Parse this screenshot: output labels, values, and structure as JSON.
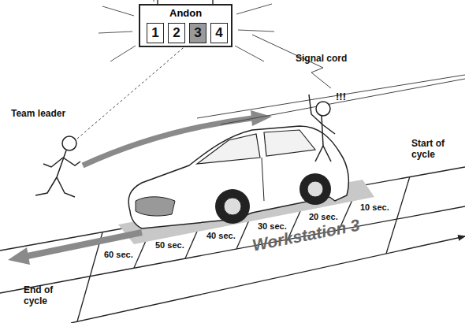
{
  "diagram": {
    "nodes": [
      {
        "text": [
          "Andon"
        ]
      },
      {
        "text": [
          "1"
        ],
        "in": 0
      },
      {
        "text": [
          "2"
        ],
        "in": 0
      },
      {
        "text": [
          "3"
        ],
        "in": 0
      },
      {
        "text": [
          "4"
        ],
        "in": 0
      }
    ],
    "labels": [
      "Team leader",
      "Signal cord",
      "!!!",
      "Start of cycle",
      "10 sec.",
      "20 sec.",
      "30 sec.",
      "40 sec.",
      "50 sec.",
      "60 sec.",
      "End of cycle",
      "Workstation 3"
    ]
  }
}
